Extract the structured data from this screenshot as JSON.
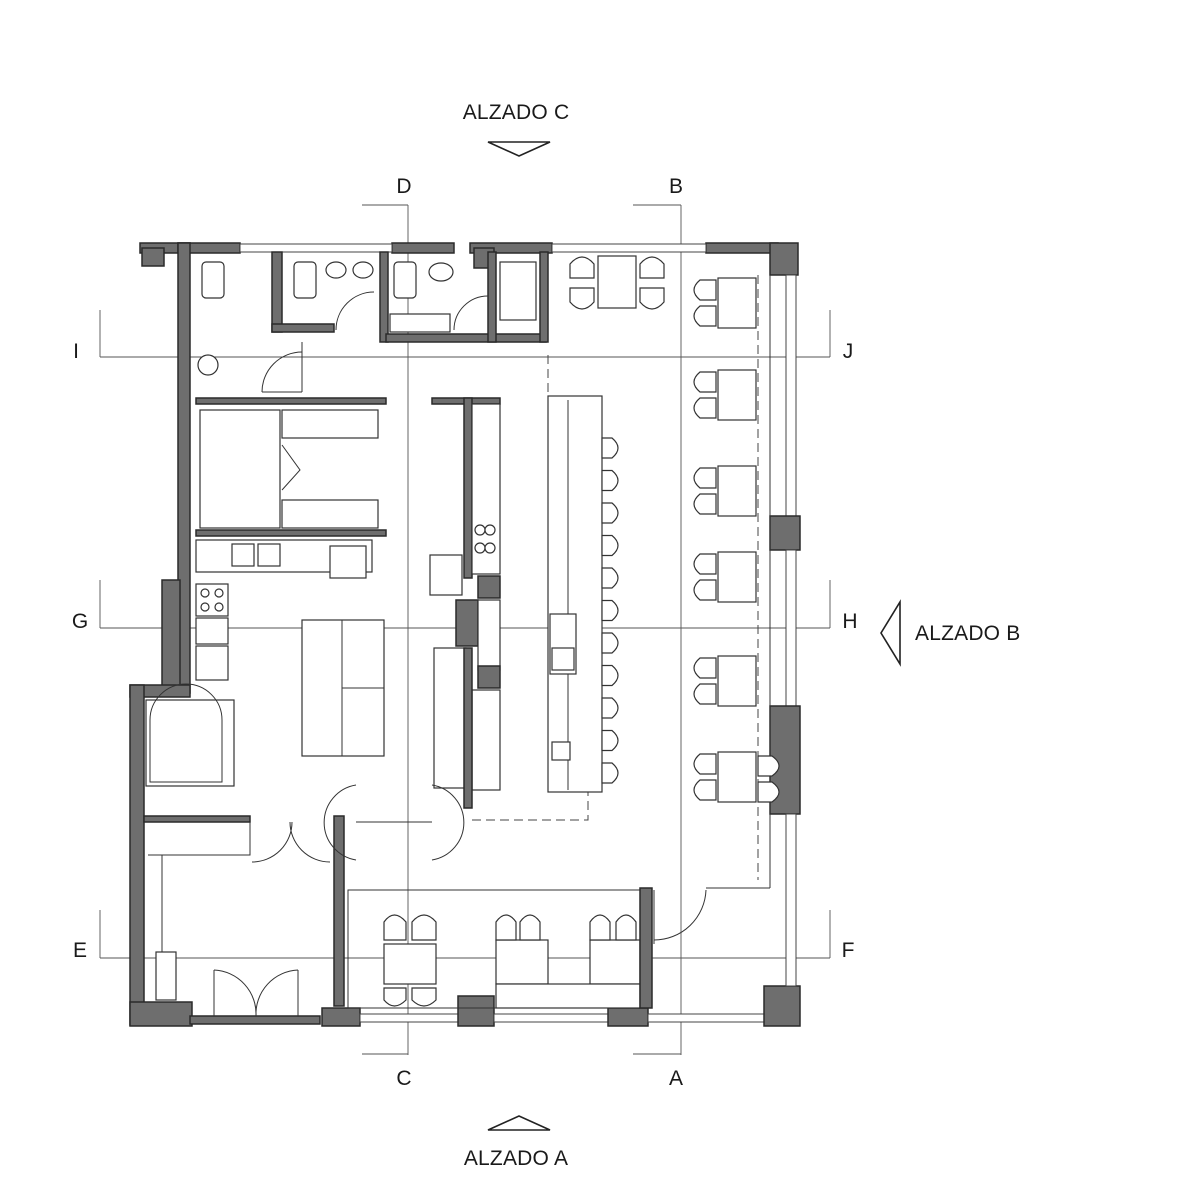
{
  "plan": {
    "elevations": {
      "top": "ALZADO C",
      "right": "ALZADO B",
      "bottom": "ALZADO A"
    },
    "section_marks": {
      "vertical_top": [
        "D",
        "B"
      ],
      "vertical_bottom": [
        "C",
        "A"
      ],
      "horizontal_left": [
        "I",
        "G",
        "E"
      ],
      "horizontal_right": [
        "J",
        "H",
        "F"
      ]
    }
  }
}
